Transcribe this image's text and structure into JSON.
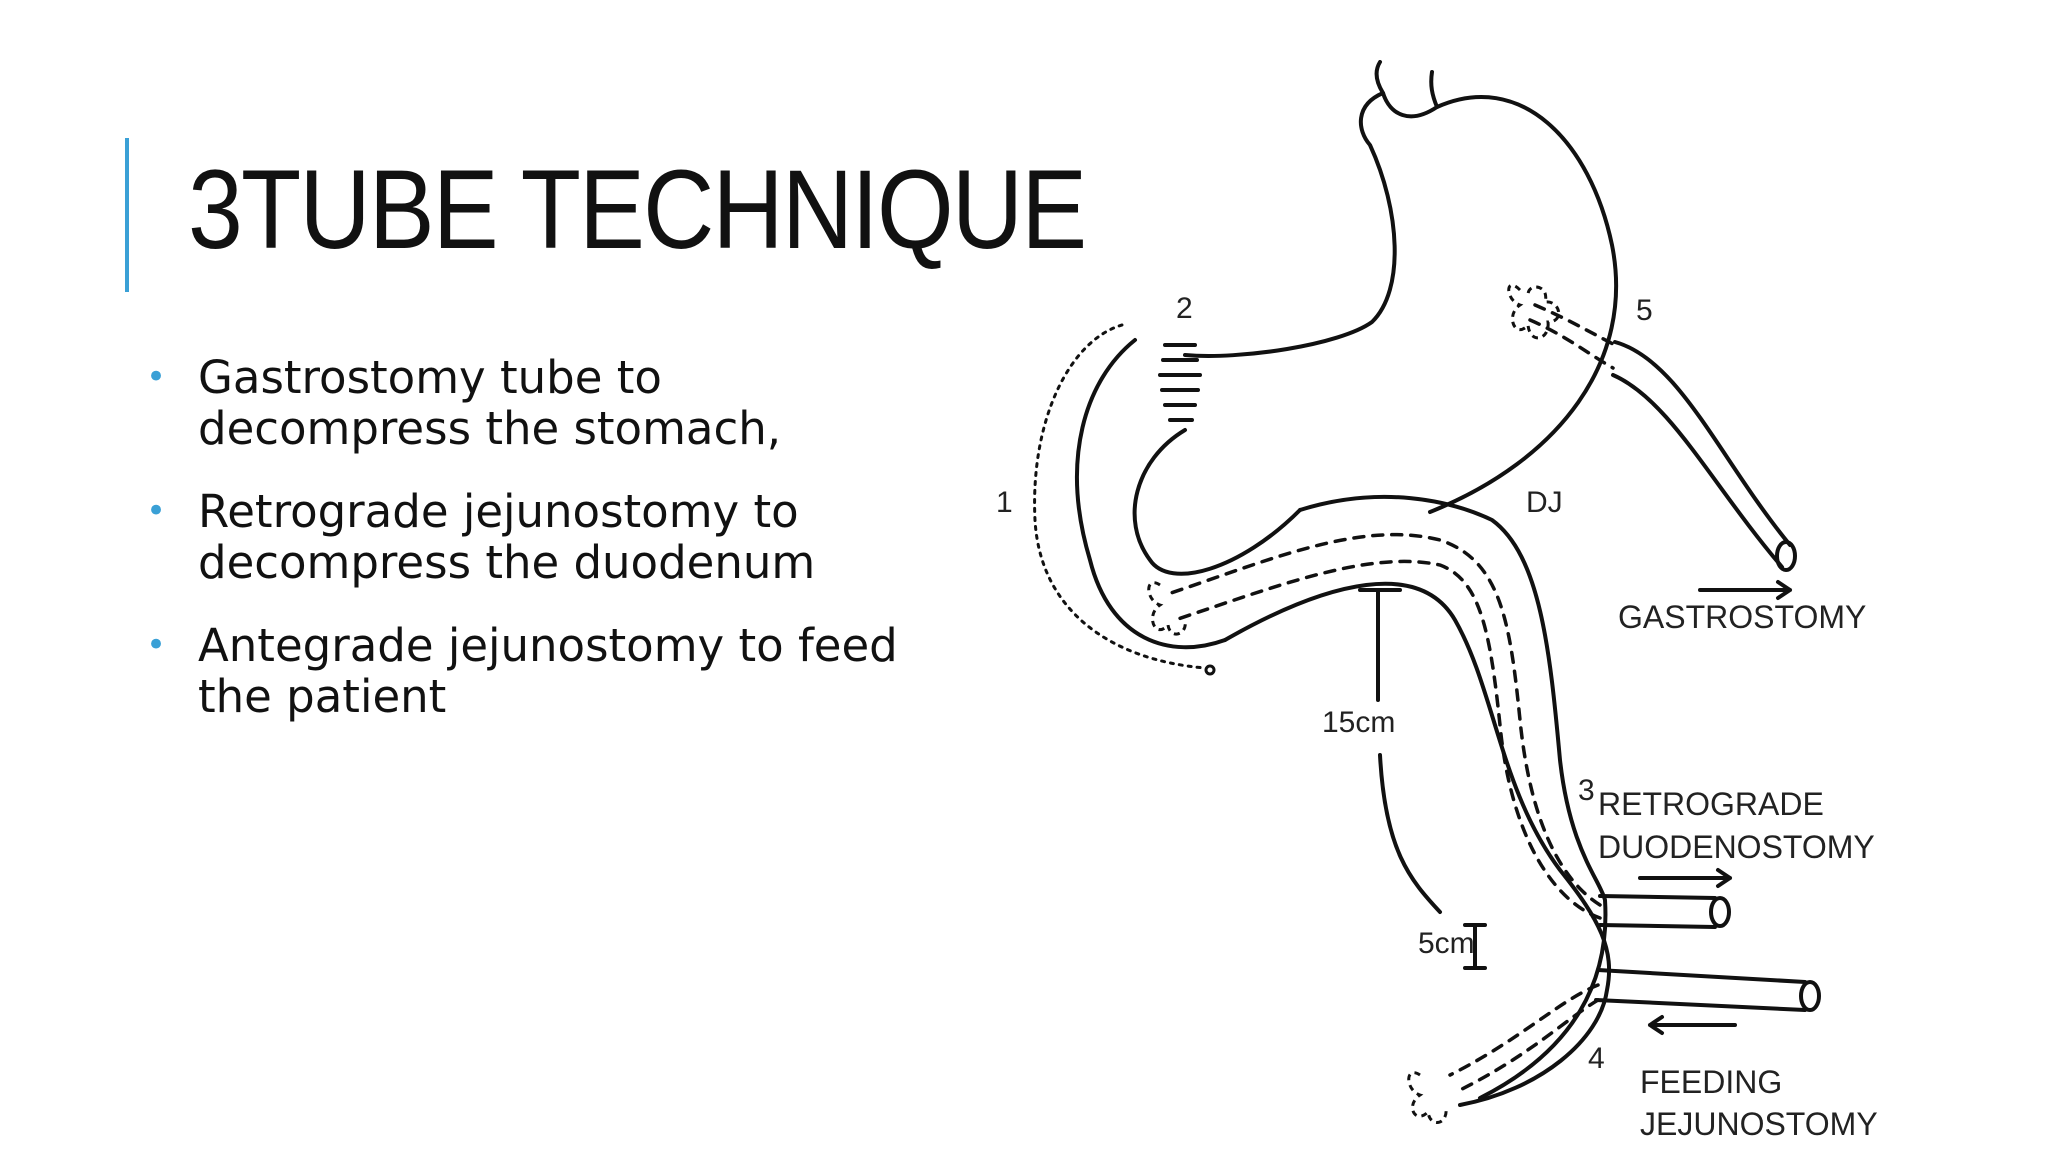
{
  "slide": {
    "title": "3TUBE TECHNIQUE",
    "accent_color": "#3aa0d6",
    "bullets": [
      "Gastrostomy tube to decompress the stomach,",
      "Retrograde jejunostomy to decompress the duodenum",
      "Antegrade jejunostomy to feed the patient"
    ]
  },
  "diagram": {
    "labels": {
      "n1": "1",
      "n2": "2",
      "n3": "3",
      "n4": "4",
      "n5": "5",
      "dj": "DJ",
      "gastrostomy": "GASTROSTOMY",
      "measure_15": "15cm",
      "measure_5": "5cm",
      "retrograde_1": "RETROGRADE",
      "retrograde_2": "DUODENOSTOMY",
      "feeding_1": "FEEDING",
      "feeding_2": "JEJUNOSTOMY"
    }
  }
}
